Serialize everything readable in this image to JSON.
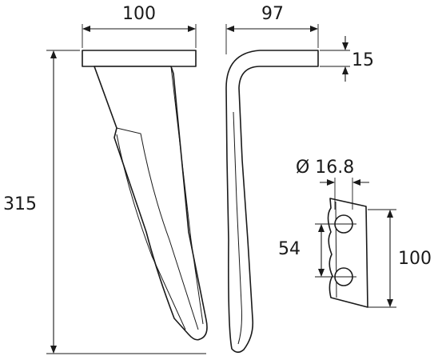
{
  "dimensions": {
    "front_width": "100",
    "side_width": "97",
    "thickness": "15",
    "height": "315",
    "hole_diameter": "Ø 16.8",
    "hole_spacing": "54",
    "plate_height": "100"
  }
}
